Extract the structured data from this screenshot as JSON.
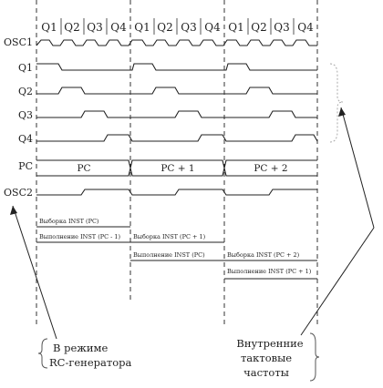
{
  "quarters": [
    "Q1",
    "Q2",
    "Q3",
    "Q4",
    "Q1",
    "Q2",
    "Q3",
    "Q4",
    "Q1",
    "Q2",
    "Q3",
    "Q4"
  ],
  "signals": {
    "osc1": "OSC1",
    "q1": "Q1",
    "q2": "Q2",
    "q3": "Q3",
    "q4": "Q4",
    "pc": "PC",
    "osc2": "OSC2"
  },
  "pc_values": [
    "PC",
    "PC + 1",
    "PC + 2"
  ],
  "actions": {
    "fetch_pc": "Выборка INST (PC)",
    "exec_pc_minus_1": "Выполнение INST (PC - 1)",
    "fetch_pc_plus_1": "Выборка INST (PC + 1)",
    "exec_pc": "Выполнение INST (PC)",
    "fetch_pc_plus_2": "Выборка INST (PC + 2)",
    "exec_pc_plus_1": "Выполнение INST (PC + 1)"
  },
  "annotations": {
    "rc_mode": [
      "В режиме",
      "RC-генератора"
    ],
    "internal_clocks": [
      "Внутренние",
      "тактовые",
      "частоты"
    ]
  }
}
